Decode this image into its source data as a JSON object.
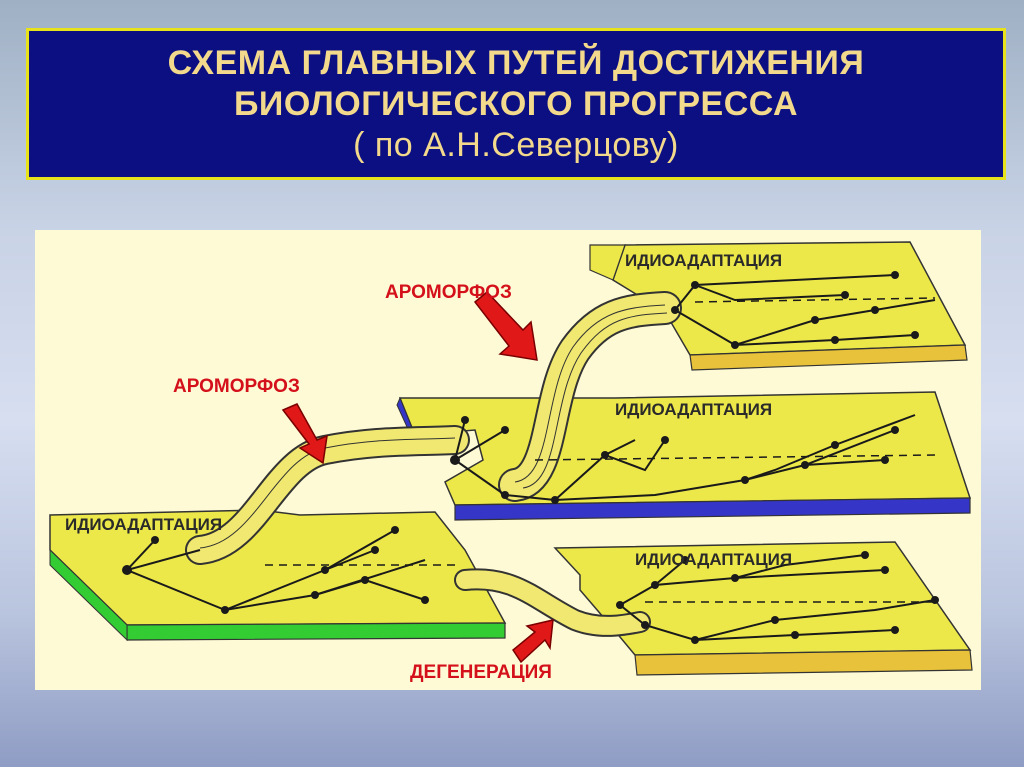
{
  "title": {
    "line1": "СХЕМА ГЛАВНЫХ ПУТЕЙ ДОСТИЖЕНИЯ",
    "line2": "БИОЛОГИЧЕСКОГО ПРОГРЕССА",
    "line3": "( по А.Н.Северцову)"
  },
  "diagram": {
    "labels": {
      "idio_bottom_left": "ИДИОАДАПТАЦИЯ",
      "idio_top": "ИДИОАДАПТАЦИЯ",
      "idio_middle": "ИДИОАДАПТАЦИЯ",
      "idio_lower_right": "ИДИОАДАПТАЦИЯ",
      "aromorphosis_upper": "АРОМОРФОЗ",
      "aromorphosis_lower": "АРОМОРФОЗ",
      "degeneration": "ДЕГЕНЕРАЦИЯ"
    }
  },
  "colors": {
    "title_bg": "#0c0f82",
    "title_border": "#e8e21a",
    "title_text": "#f3d98c",
    "plane_fill": "#ece84a",
    "plane_edge": "#d9c030",
    "green_edge": "#33cc33",
    "blue_edge": "#3030c0",
    "label_red": "#d4101a",
    "arrow_red": "#e01818"
  }
}
